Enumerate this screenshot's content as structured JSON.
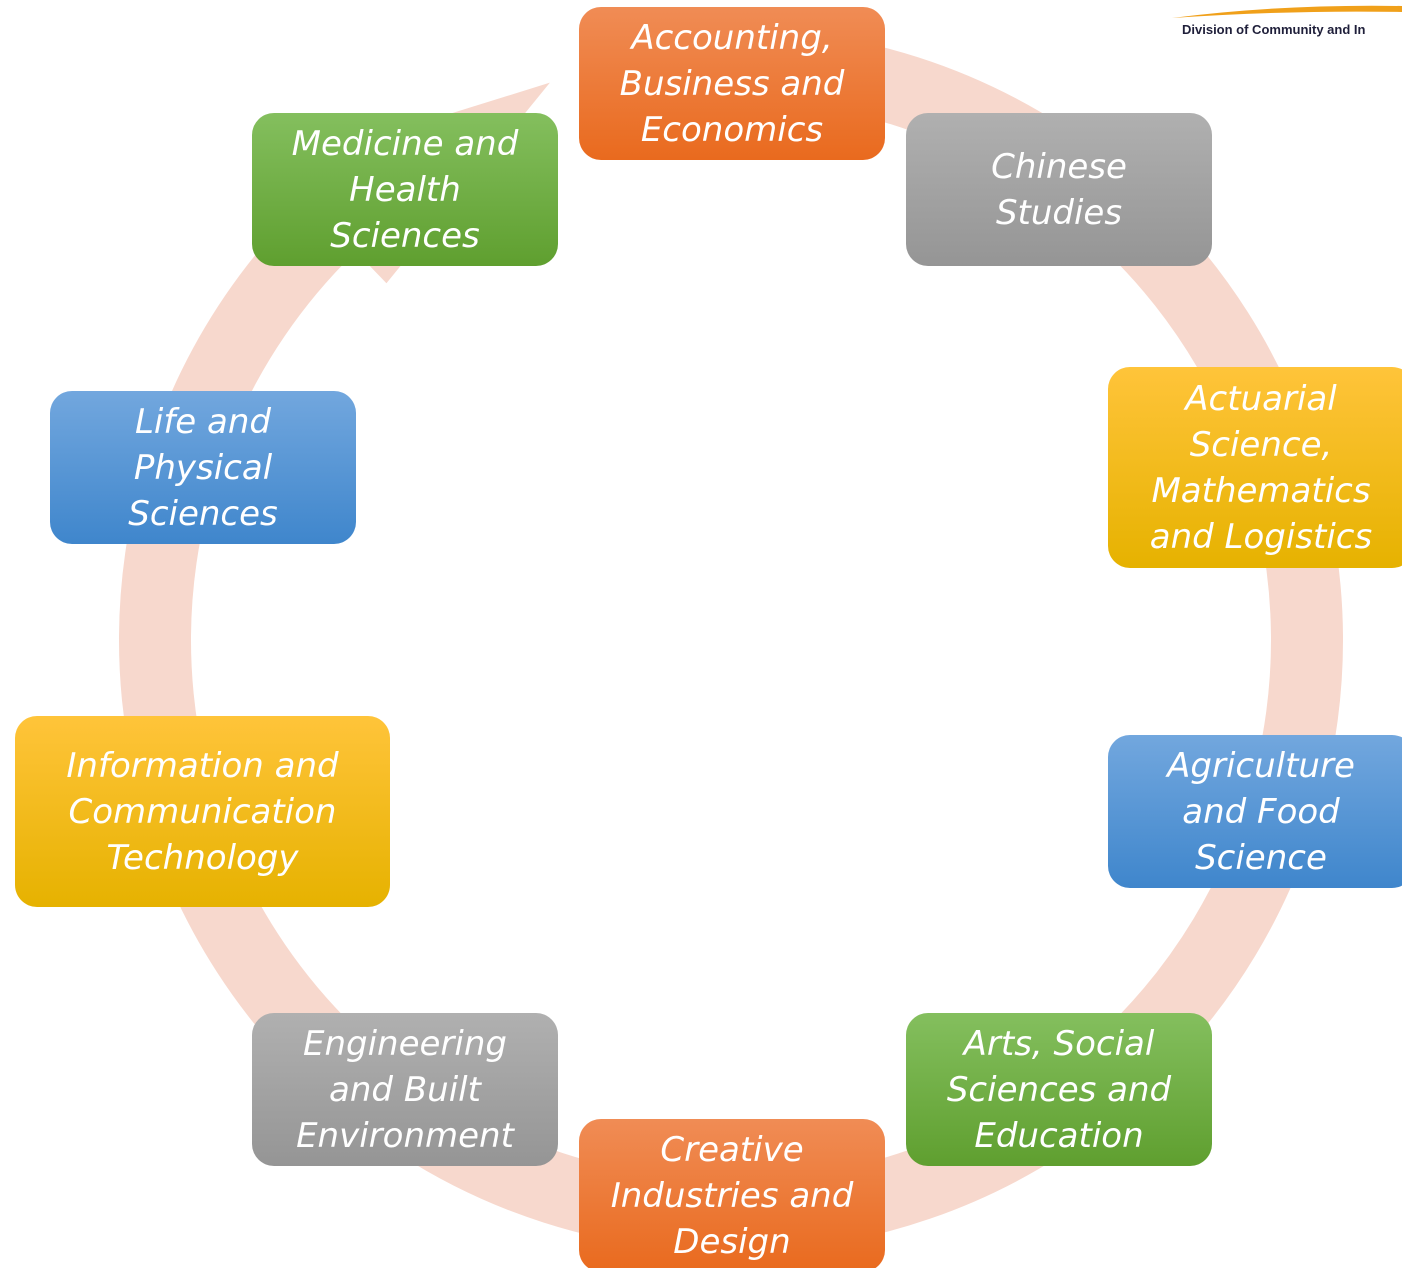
{
  "logo": {
    "text": "Division of Community and In"
  },
  "colors": {
    "ring": "#f7d8cd",
    "orange": "#ea6f25",
    "gray": "#a3a3a3",
    "yellow": "#f5bd10",
    "blue": "#4a8fd3",
    "green": "#6aa83c"
  },
  "nodes": [
    {
      "id": "accounting",
      "lines": [
        "Accounting,",
        "Business and",
        "Economics"
      ],
      "color": "orange"
    },
    {
      "id": "chinese",
      "lines": [
        "Chinese",
        "Studies"
      ],
      "color": "gray"
    },
    {
      "id": "actuarial",
      "lines": [
        "Actuarial",
        "Science,",
        "Mathematics",
        "and Logistics"
      ],
      "color": "yellow"
    },
    {
      "id": "agriculture",
      "lines": [
        "Agriculture",
        "and Food",
        "Science"
      ],
      "color": "blue"
    },
    {
      "id": "arts",
      "lines": [
        "Arts, Social",
        "Sciences and",
        "Education"
      ],
      "color": "green"
    },
    {
      "id": "creative",
      "lines": [
        "Creative",
        "Industries and",
        "Design"
      ],
      "color": "orange"
    },
    {
      "id": "engineering",
      "lines": [
        "Engineering",
        "and Built",
        "Environment"
      ],
      "color": "gray"
    },
    {
      "id": "ict",
      "lines": [
        "Information and",
        "Communication",
        "Technology"
      ],
      "color": "yellow"
    },
    {
      "id": "life",
      "lines": [
        "Life and",
        "Physical",
        "Sciences"
      ],
      "color": "blue"
    },
    {
      "id": "medicine",
      "lines": [
        "Medicine and",
        "Health",
        "Sciences"
      ],
      "color": "green"
    }
  ]
}
